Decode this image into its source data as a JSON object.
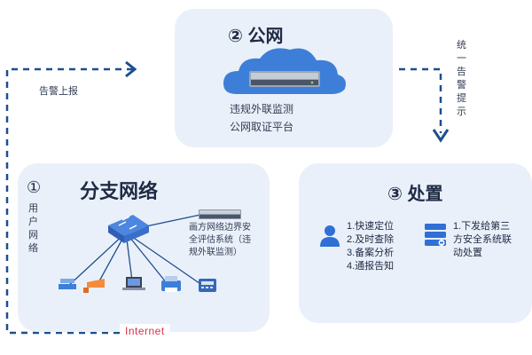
{
  "public_net": {
    "title": "② 公网",
    "line1": "违规外联监测",
    "line2": "公网取证平台"
  },
  "branch_net": {
    "title": "分支网络",
    "number": "①",
    "side_label": "用户网络",
    "device_caption_1": "画方网络边界安",
    "device_caption_2": "全评估系统（违",
    "device_caption_3": "规外联监测）"
  },
  "disposal": {
    "title": "③ 处置",
    "left_list": [
      "1.快速定位",
      "2.及时查除",
      "3.备案分析",
      "4.通报告知"
    ],
    "right_list": [
      "1.下发给第三",
      "方安全系统联",
      "动处置"
    ]
  },
  "arrows": {
    "alert_label": "告警上报",
    "unified_label": "统一告警提示"
  },
  "internet_label": "Internet",
  "colors": {
    "panel_bg": "#eaf0f9",
    "arrow": "#1d4f8f",
    "accent_blue": "#2f6fd6",
    "internet_red": "#d6334a"
  }
}
